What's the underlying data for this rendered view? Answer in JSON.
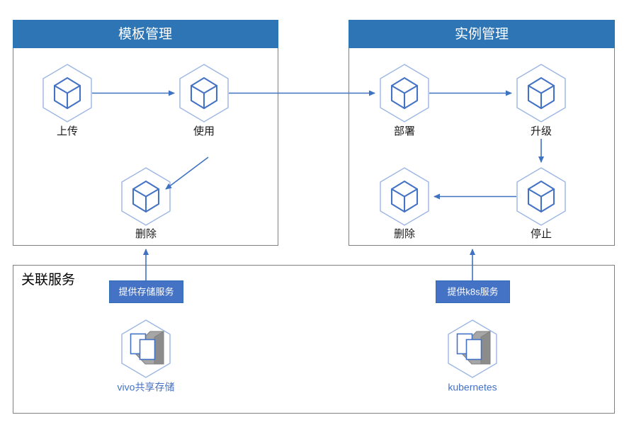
{
  "diagram": {
    "title_template": "模板管理",
    "panels": [
      {
        "id": "template",
        "title": "模板管理",
        "header_color": "#2e75b6",
        "nodes": [
          {
            "id": "upload",
            "label": "上传",
            "icon": "cube-icon"
          },
          {
            "id": "use",
            "label": "使用",
            "icon": "cube-icon"
          },
          {
            "id": "delete-template",
            "label": "删除",
            "icon": "cube-icon"
          }
        ]
      },
      {
        "id": "instance",
        "title": "实例管理",
        "header_color": "#2e75b6",
        "nodes": [
          {
            "id": "deploy",
            "label": "部署",
            "icon": "cube-icon"
          },
          {
            "id": "upgrade",
            "label": "升级",
            "icon": "cube-icon"
          },
          {
            "id": "stop",
            "label": "停止",
            "icon": "cube-icon"
          },
          {
            "id": "delete-instance",
            "label": "删除",
            "icon": "cube-icon"
          }
        ]
      }
    ],
    "services_section": {
      "label": "关联服务",
      "badges": [
        {
          "id": "storage-badge",
          "label": "提供存储服务",
          "color": "#4472c4"
        },
        {
          "id": "k8s-badge",
          "label": "提供k8s服务",
          "color": "#4472c4"
        }
      ],
      "services": [
        {
          "id": "vivo-storage",
          "label": "vivo共享存储",
          "icon": "storage-stack-icon"
        },
        {
          "id": "kubernetes",
          "label": "kubernetes",
          "icon": "storage-stack-icon"
        }
      ]
    },
    "colors": {
      "header_blue": "#2e75b6",
      "badge_blue": "#4472c4",
      "arrow_blue": "#3f72c1",
      "hex_stroke": "#9bb5e4",
      "cube_stroke": "#4472c4",
      "panel_border": "#7f7f7f",
      "service_text": "#4472c4"
    }
  }
}
